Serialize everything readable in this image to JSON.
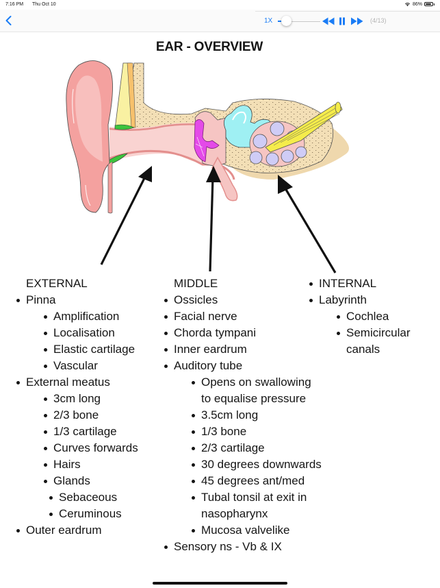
{
  "status_bar": {
    "time": "7:16 PM",
    "date": "Thu Oct 10",
    "battery_percent": "86%",
    "battery_level": 0.86,
    "wifi_icon": "wifi-icon",
    "battery_icon": "battery-icon"
  },
  "nav_bar": {
    "back_icon": "chevron-left-icon",
    "playback_speed": "1X",
    "speed_slider_value": 0.15,
    "rewind_icon": "rewind-icon",
    "pause_icon": "pause-icon",
    "forward_icon": "fast-forward-icon",
    "page_counter": "(4/13)",
    "accent_color": "#1a7cf5"
  },
  "slide": {
    "title": "EAR - OVERVIEW",
    "illustration": "ear-anatomy-diagram",
    "columns": {
      "external": {
        "rows": [
          {
            "text": "EXTERNAL",
            "level": 0,
            "bullet": false
          },
          {
            "text": "Pinna",
            "level": 0,
            "bullet": true
          },
          {
            "text": "Amplification",
            "level": 1,
            "bullet": true
          },
          {
            "text": "Localisation",
            "level": 1,
            "bullet": true
          },
          {
            "text": "Elastic cartilage",
            "level": 1,
            "bullet": true
          },
          {
            "text": "Vascular",
            "level": 1,
            "bullet": true
          },
          {
            "text": "External meatus",
            "level": 0,
            "bullet": true
          },
          {
            "text": "3cm long",
            "level": 1,
            "bullet": true
          },
          {
            "text": "2/3 bone",
            "level": 1,
            "bullet": true
          },
          {
            "text": "1/3 cartilage",
            "level": 1,
            "bullet": true
          },
          {
            "text": "Curves forwards",
            "level": 1,
            "bullet": true
          },
          {
            "text": "Hairs",
            "level": 1,
            "bullet": true
          },
          {
            "text": "Glands",
            "level": 1,
            "bullet": true
          },
          {
            "text": "Sebaceous",
            "level": 2,
            "bullet": true
          },
          {
            "text": "Ceruminous",
            "level": 2,
            "bullet": true
          },
          {
            "text": "Outer eardrum",
            "level": 0,
            "bullet": true
          }
        ]
      },
      "middle": {
        "rows": [
          {
            "text": "MIDDLE",
            "level": 0,
            "bullet": false
          },
          {
            "text": "Ossicles",
            "level": 0,
            "bullet": true
          },
          {
            "text": "Facial nerve",
            "level": 0,
            "bullet": true
          },
          {
            "text": "Chorda tympani",
            "level": 0,
            "bullet": true
          },
          {
            "text": "Inner eardrum",
            "level": 0,
            "bullet": true
          },
          {
            "text": "Auditory tube",
            "level": 0,
            "bullet": true
          },
          {
            "text": "Opens on swallowing",
            "level": 1,
            "bullet": true
          },
          {
            "text": "to equalise pressure",
            "level": 1,
            "bullet": false
          },
          {
            "text": "3.5cm long",
            "level": 1,
            "bullet": true
          },
          {
            "text": "1/3 bone",
            "level": 1,
            "bullet": true
          },
          {
            "text": "2/3 cartilage",
            "level": 1,
            "bullet": true
          },
          {
            "text": "30 degrees downwards",
            "level": 1,
            "bullet": true
          },
          {
            "text": "45 degrees ant/med",
            "level": 1,
            "bullet": true
          },
          {
            "text": "Tubal tonsil at exit in",
            "level": 1,
            "bullet": true
          },
          {
            "text": "nasopharynx",
            "level": 1,
            "bullet": false
          },
          {
            "text": "Mucosa valvelike",
            "level": 1,
            "bullet": true
          },
          {
            "text": "Sensory ns - Vb & IX",
            "level": 0,
            "bullet": true
          }
        ]
      },
      "internal": {
        "rows": [
          {
            "text": "INTERNAL",
            "level": 0,
            "bullet": true
          },
          {
            "text": "Labyrinth",
            "level": 0,
            "bullet": true
          },
          {
            "text": "Cochlea",
            "level": 1,
            "bullet": true
          },
          {
            "text": "Semicircular",
            "level": 1,
            "bullet": true
          },
          {
            "text": "canals",
            "level": 1,
            "bullet": false
          }
        ]
      }
    }
  }
}
